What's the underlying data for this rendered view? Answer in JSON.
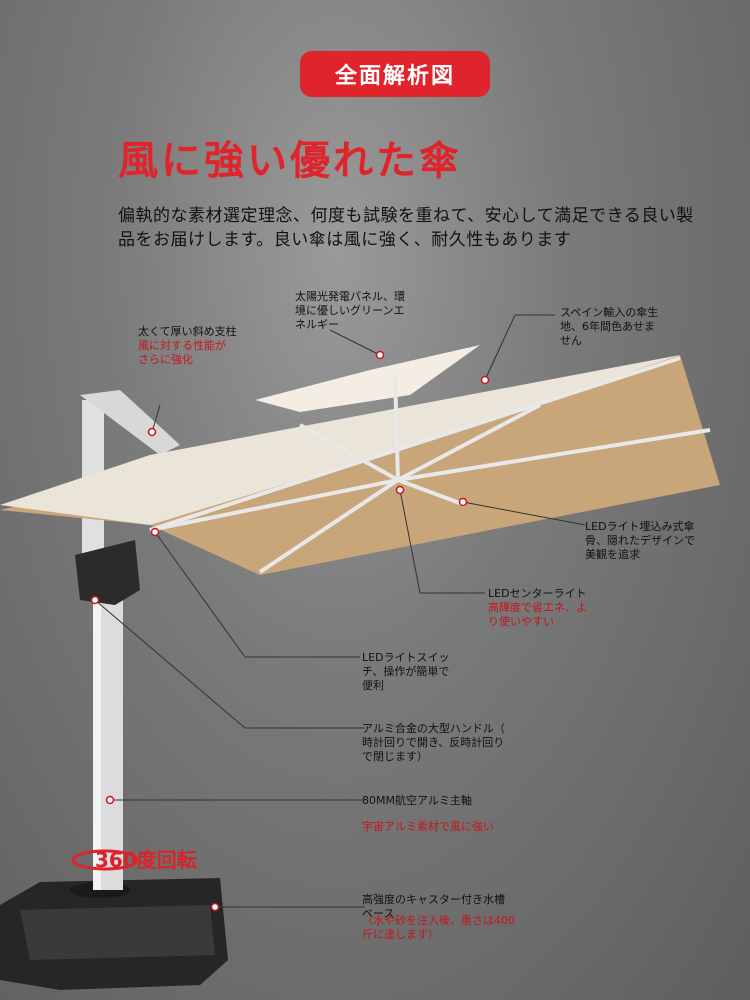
{
  "badge": "全面解析図",
  "title": "風に強い優れた傘",
  "description": "偏執的な素材選定理念、何度も試験を重ねて、安心して満足できる良い製品をお届けします。良い傘は風に強く、耐久性もあります",
  "callouts": {
    "brace": {
      "text": "太くて厚い斜め支柱",
      "sub": "風に対する性能が\nさらに強化"
    },
    "solar": {
      "text": "太陽光発電パネル、環\n境に優しいグリーンエ\nネルギー"
    },
    "fabric": {
      "text": "スペイン輸入の傘生\n地、6年間色あせま\nせん"
    },
    "led_ribs": {
      "text": "LEDライト埋込み式傘\n骨、隠れたデザインで\n美観を追求"
    },
    "led_center": {
      "text": "LEDセンターライト",
      "sub": "高輝度で省エネ、よ\nり使いやすい"
    },
    "led_switch": {
      "text": "LEDライトスイッ\nチ、操作が簡単で\n便利"
    },
    "handle": {
      "text": "アルミ合金の大型ハンドル（\n時計回りで開き、反時計回り\nで閉じます）"
    },
    "pole": {
      "text": "80MM航空アルミ主軸",
      "sub": "宇宙アルミ素材で風に強い"
    },
    "base": {
      "text": "高強度のキャスター付き水槽\nベース",
      "sub": "（水や砂を注入後、重さは400\n斤に達します）"
    }
  },
  "rotation": "360度回転",
  "colors": {
    "accent": "#e0242b",
    "canopy": "#c9a67a",
    "canopy_top": "#e8e0d4",
    "pole": "#d6d6d6",
    "base": "#2a2a2a"
  }
}
